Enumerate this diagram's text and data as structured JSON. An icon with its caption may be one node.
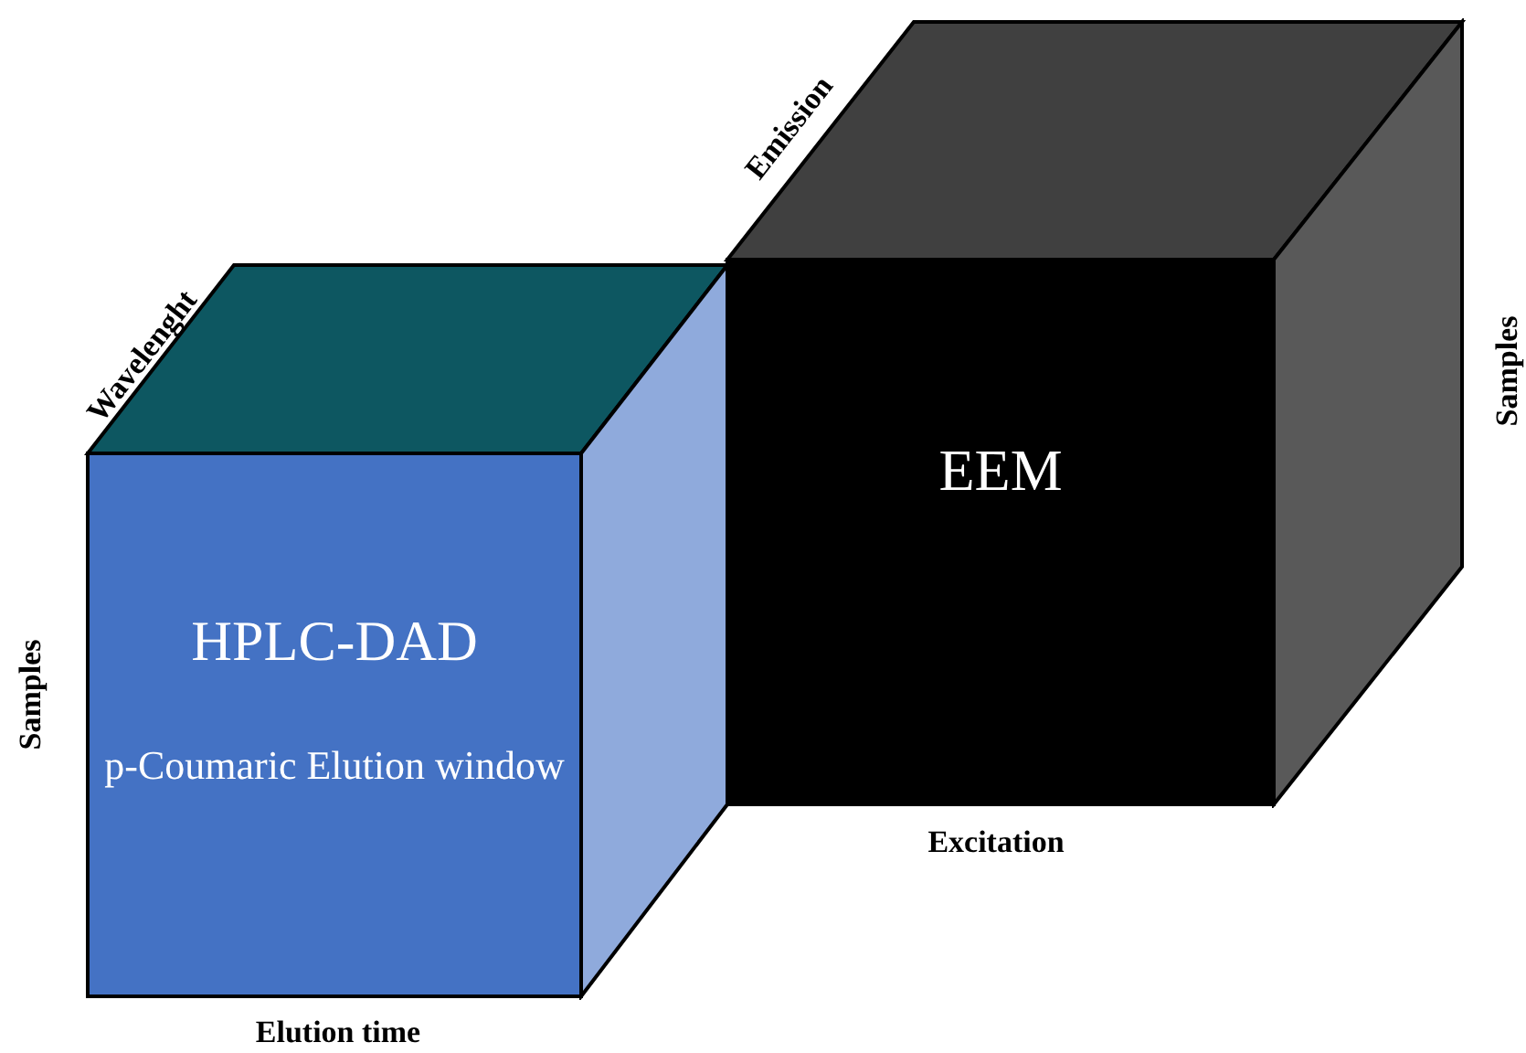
{
  "diagram": {
    "nodes": [
      {
        "text": [
          "HPLC-DAD",
          "p-Coumaric Elution window"
        ]
      },
      {
        "text": [
          "EEM"
        ]
      }
    ],
    "labels": [
      "Emission",
      "Samples",
      "Wavelenght",
      "Samples",
      "Excitation",
      "Elution time"
    ]
  }
}
